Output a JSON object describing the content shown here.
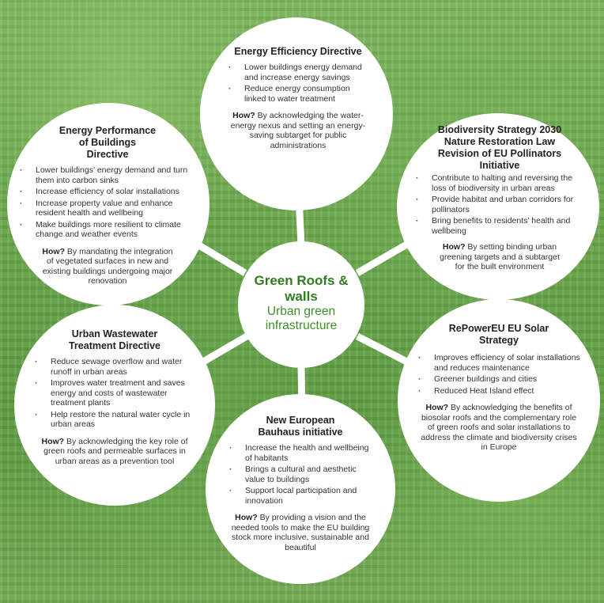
{
  "center": {
    "title": "Green Roofs & walls",
    "subtitle": "Urban green infrastructure"
  },
  "nodes": [
    {
      "id": "energy-efficiency",
      "title": "Energy Efficiency Directive",
      "bullets": [
        "Lower buildings energy demand and increase energy savings",
        "Reduce energy consumption linked to water treatment"
      ],
      "how_label": "How?",
      "how_text": "By acknowledging the water-energy nexus and setting an energy-saving subtarget for public administrations"
    },
    {
      "id": "energy-performance",
      "title": "Energy Performance of Buildings Directive",
      "bullets": [
        "Lower buildings’ energy demand and turn them into carbon sinks",
        "Increase efficiency of solar installations",
        "Increase property value and enhance resident health and wellbeing",
        "Make buildings more resilient to climate change and weather events"
      ],
      "how_label": "How?",
      "how_text": "By mandating the integration of vegetated surfaces in new and existing buildings undergoing major renovation"
    },
    {
      "id": "biodiversity",
      "title": "Biodiversity Strategy 2030 Nature Restoration Law Revision of EU Pollinators Initiative",
      "bullets": [
        "Contribute to halting and reversing the loss of biodiversity in urban areas",
        "Provide habitat and urban corridors for pollinators",
        "Bring benefits to residents’ health and wellbeing"
      ],
      "how_label": "How?",
      "how_text": "By setting binding urban greening targets and a subtarget for the built environment"
    },
    {
      "id": "urban-wastewater",
      "title": "Urban Wastewater Treatment Directive",
      "bullets": [
        "Reduce sewage overflow and water runoff in urban areas",
        "Improves water treatment and saves energy and costs of wastewater treatment plants",
        "Help restore the natural water cycle in urban areas"
      ],
      "how_label": "How?",
      "how_text": "By acknowledging the key role of green roofs and permeable surfaces in urban areas as a prevention tool"
    },
    {
      "id": "repowereu",
      "title": "RePowerEU EU Solar Strategy",
      "bullets": [
        "Improves efficiency of solar installations and reduces maintenance",
        "Greener buildings and cities",
        "Reduced Heat Island effect"
      ],
      "how_label": "How?",
      "how_text": "By acknowledging the benefits of biosolar roofs and the complementary role of green roofs and solar installations to address the climate and biodiversity crises in Europe"
    },
    {
      "id": "bauhaus",
      "title": "New European Bauhaus initiative",
      "bullets": [
        "Increase the health and wellbeing of habitants",
        "Brings a cultural and aesthetic value to buildings",
        "Support local participation and innovation"
      ],
      "how_label": "How?",
      "how_text": "By providing a vision and the needed tools to make the EU building stock more inclusive, sustainable and beautiful"
    }
  ]
}
